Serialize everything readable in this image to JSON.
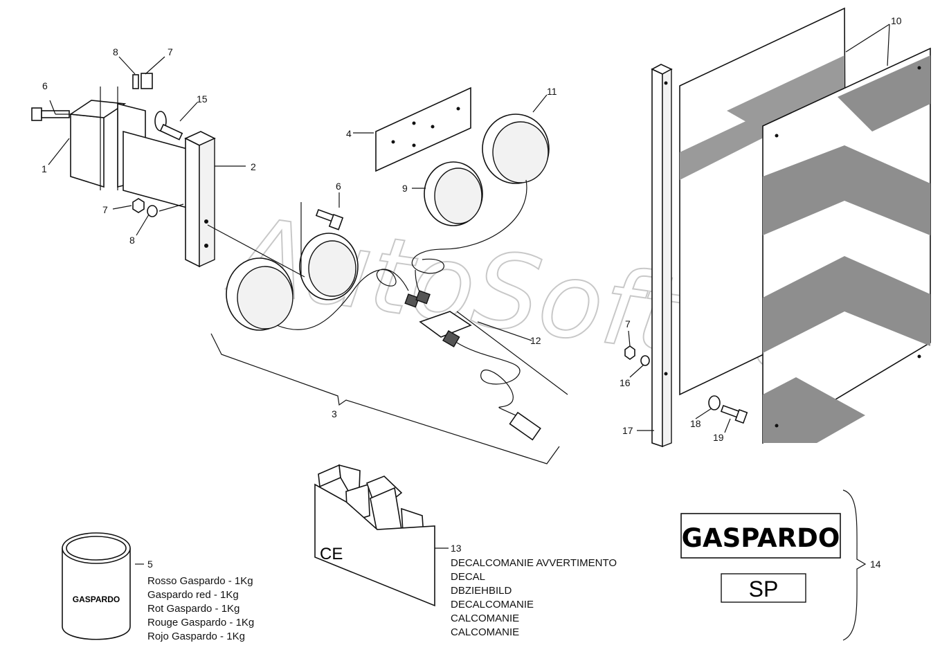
{
  "watermark": "AutoSoft.ru",
  "callouts": {
    "c1": "1",
    "c2": "2",
    "c3": "3",
    "c4": "4",
    "c5": "5",
    "c6a": "6",
    "c6b": "6",
    "c7a": "7",
    "c7b": "7",
    "c7c": "7",
    "c8a": "8",
    "c8b": "8",
    "c9": "9",
    "c10": "10",
    "c11": "11",
    "c12": "12",
    "c13": "13",
    "c14": "14",
    "c15": "15",
    "c16": "16",
    "c17": "17",
    "c18": "18",
    "c19": "19"
  },
  "paint_lines": [
    "Rosso Gaspardo - 1Kg",
    "Gaspardo red - 1Kg",
    "Rot Gaspardo - 1Kg",
    "Rouge Gaspardo - 1Kg",
    "Rojo Gaspardo - 1Kg"
  ],
  "can_label": "GASPARDO",
  "decal_lines": [
    "DECALCOMANIE AVVERTIMENTO",
    "DECAL",
    "DBZIEHBILD",
    "DECALCOMANIE",
    "CALCOMANIE",
    "CALCOMANIE"
  ],
  "ce_mark": "CE",
  "brand_label": "GASPARDO",
  "model_label": "SP"
}
